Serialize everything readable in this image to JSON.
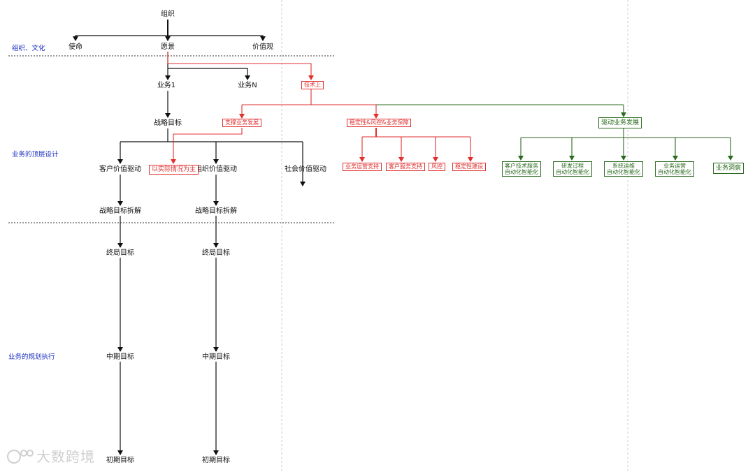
{
  "root": "组织",
  "level1": {
    "mission": "使命",
    "vision": "愿景",
    "values": "价值观"
  },
  "sections": {
    "org_culture": "组织、文化",
    "top_design": "业务的顶层设计",
    "planning": "业务的规划执行"
  },
  "business": {
    "b1": "业务1",
    "bn": "业务N"
  },
  "strategy_goal": "战略目标",
  "drivers": {
    "customer": "客户价值驱动",
    "org": "组织价值驱动",
    "social": "社会价值驱动"
  },
  "note_actual": "以实际情况为主",
  "decomp": {
    "left": "战略目标拆解",
    "right": "战略目标拆解"
  },
  "goals": {
    "final_left": "终局目标",
    "final_right": "终局目标",
    "mid_left": "中期目标",
    "mid_right": "中期目标",
    "init_left": "初期目标",
    "init_right": "初期目标"
  },
  "tech": {
    "root": "技术上",
    "support": "支撑业务发展",
    "stability": "稳定性&风控&业务保障",
    "drive": "驱动业务发展"
  },
  "stability_children": [
    "业务运营支持",
    "客户服务支持",
    "风控",
    "稳定性建设"
  ],
  "drive_children": [
    {
      "line1": "客户技术服务",
      "line2": "自动化智能化"
    },
    {
      "line1": "研发过程",
      "line2": "自动化智能化"
    },
    {
      "line1": "系统运维",
      "line2": "自动化智能化"
    },
    {
      "line1": "业务运营",
      "line2": "自动化智能化"
    },
    {
      "line1": "业务洞察",
      "line2": ""
    }
  ],
  "watermark": "大数跨境",
  "colors": {
    "black": "#111111",
    "red": "#e03030",
    "green": "#2b6b1f",
    "section": "#1a2fc0"
  }
}
